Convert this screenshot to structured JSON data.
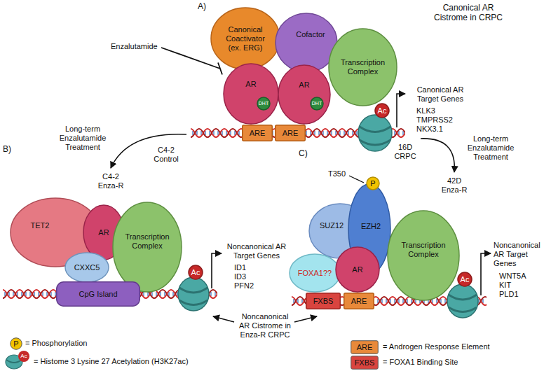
{
  "diagram": {
    "nodes": [
      {
        "text": [
          "Canonical Coactivator (ex. ERG)"
        ]
      },
      {
        "text": [
          "Cofactor"
        ]
      },
      {
        "text": [
          "AR"
        ]
      },
      {
        "text": [
          "DHT"
        ],
        "in": 2
      },
      {
        "text": [
          "AR"
        ]
      },
      {
        "text": [
          "DHT"
        ],
        "in": 4
      },
      {
        "text": [
          "Transcription Complex"
        ]
      },
      {
        "text": [
          "ARE"
        ]
      },
      {
        "text": [
          "ARE"
        ]
      },
      {
        "text": [
          "Ac"
        ]
      },
      {
        "text": [
          "TET2"
        ]
      },
      {
        "text": [
          "AR"
        ]
      },
      {
        "text": [
          "CXXC5"
        ]
      },
      {
        "text": [
          "Transcription Complex"
        ]
      },
      {
        "text": [
          "CpG Island"
        ]
      },
      {
        "text": [
          "Ac"
        ]
      },
      {
        "text": [
          "SUZ12"
        ]
      },
      {
        "text": [
          "EZH2"
        ]
      },
      {
        "text": [
          "P"
        ]
      },
      {
        "text": [
          "FOXA1??"
        ]
      },
      {
        "text": [
          "AR"
        ]
      },
      {
        "text": [
          "Transcription Complex"
        ]
      },
      {
        "text": [
          "FXBS"
        ]
      },
      {
        "text": [
          "ARE"
        ]
      },
      {
        "text": [
          "Ac"
        ]
      }
    ],
    "labels": [
      "A)",
      "Canonical AR Cistrome in CRPC",
      "Enzalutamide",
      "Canonical AR Target Genes",
      "KLK3 TMPRSS2 NKX3.1",
      "C4-2 Control",
      "Long-term Enzalutamide Treatment",
      "16D CRPC",
      "Long-term Enzalutamide Treatment",
      "C4-2 Enza-R",
      "42D Enza-R",
      "B)",
      "C)",
      "Noncanonical AR Target Genes",
      "ID1 ID3 PFN2",
      "T350",
      "Noncanonical AR Target Genes",
      "WNT5A KIT PLD1",
      "Noncanonical AR Cistrome in Enza-R CRPC",
      "P",
      "Ac",
      "ARE",
      "FXBS"
    ],
    "legend": [
      {
        "text": "= Phosphorylation",
        "color": "#f2c200"
      },
      {
        "text": "= Histome 3 Lysine 27 Acetylation (H3K27ac)"
      },
      {
        "text": "= Androgen Response Element",
        "color": "#e8893a"
      },
      {
        "text": "= FOXA1 Binding Site",
        "color": "#d9443f"
      }
    ]
  }
}
